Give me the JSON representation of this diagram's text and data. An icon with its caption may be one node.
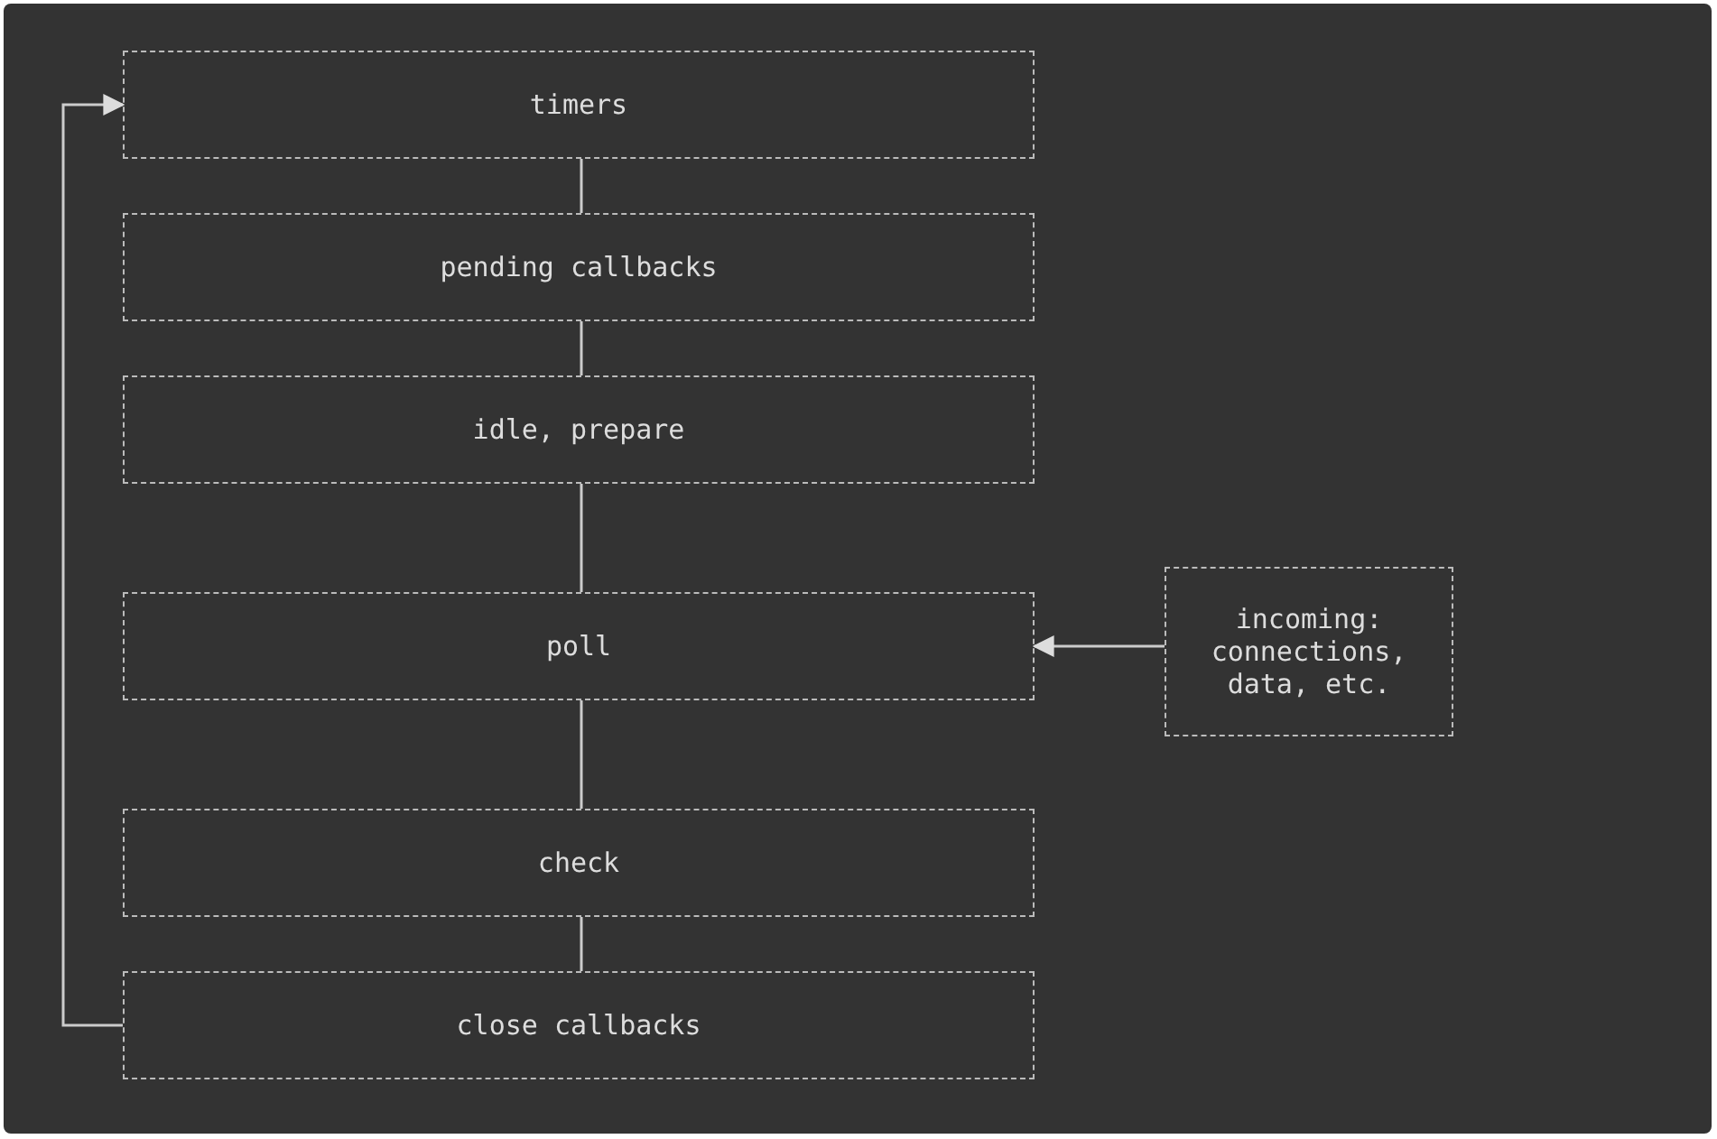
{
  "diagram": {
    "nodes": [
      {
        "text": [
          "timers"
        ]
      },
      {
        "text": [
          "pending callbacks"
        ]
      },
      {
        "text": [
          "idle, prepare"
        ]
      },
      {
        "text": [
          "poll"
        ]
      },
      {
        "text": [
          "check"
        ]
      },
      {
        "text": [
          "close callbacks"
        ]
      },
      {
        "text": [
          "incoming: connections, data, etc."
        ]
      }
    ],
    "edges": [
      {
        "from": 0,
        "to": 1,
        "arrow": "none"
      },
      {
        "from": 1,
        "to": 2,
        "arrow": "none"
      },
      {
        "from": 2,
        "to": 3,
        "arrow": "none"
      },
      {
        "from": 3,
        "to": 4,
        "arrow": "none"
      },
      {
        "from": 4,
        "to": 5,
        "arrow": "none"
      },
      {
        "from": 5,
        "to": 0,
        "arrow": "to"
      },
      {
        "from": 6,
        "to": 3,
        "arrow": "to"
      }
    ]
  }
}
